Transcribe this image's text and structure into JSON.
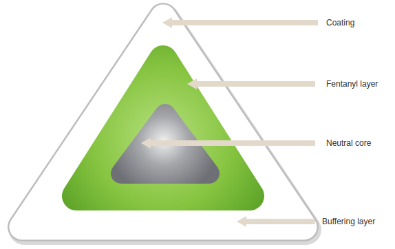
{
  "diagram": {
    "labels": [
      "Coating",
      "Fentanyl layer",
      "Neutral core",
      "Buffering layer"
    ]
  }
}
